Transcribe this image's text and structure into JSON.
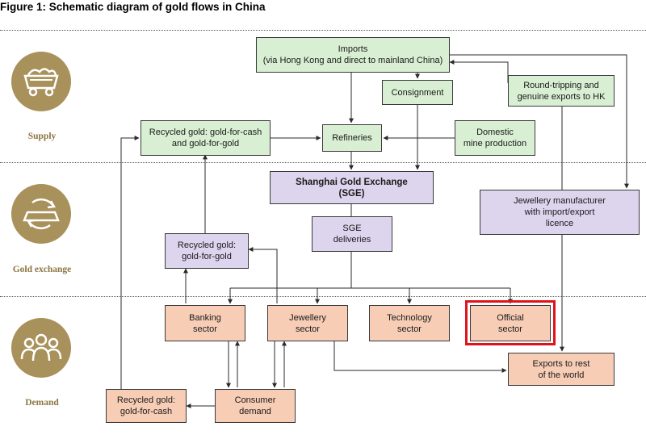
{
  "figure": {
    "title": "Figure 1: Schematic diagram of gold flows in China"
  },
  "categories": [
    {
      "label": "Supply",
      "icon": "mine-cart-icon"
    },
    {
      "label": "Gold exchange",
      "icon": "gold-bar-exchange-icon"
    },
    {
      "label": "Demand",
      "icon": "people-icon"
    }
  ],
  "nodes": {
    "imports": "Imports\n(via Hong Kong and direct to mainland China)",
    "consignment": "Consignment",
    "round_tripping": "Round-tripping and\ngenuine exports to HK",
    "recycled_cash_gold": "Recycled gold: gold-for-cash\nand gold-for-gold",
    "refineries": "Refineries",
    "domestic_mine": "Domestic\nmine production",
    "sge": "Shanghai Gold Exchange\n(SGE)",
    "jewellery_manufacturer": "Jewellery manufacturer\nwith import/export\nlicence",
    "recycled_gold_for_gold": "Recycled gold:\ngold-for-gold",
    "sge_deliveries": "SGE\ndeliveries",
    "banking": "Banking\nsector",
    "jewellery_sector": "Jewellery\nsector",
    "technology": "Technology\nsector",
    "official": "Official\nsector",
    "exports": "Exports to rest\nof the world",
    "recycled_gold_for_cash": "Recycled gold:\ngold-for-cash",
    "consumer_demand": "Consumer\ndemand"
  },
  "colors": {
    "supply_box": "#d9efd3",
    "exchange_box": "#ddd4ee",
    "demand_box": "#f8cdb6",
    "icon_circle": "#a8915a",
    "highlight": "#e0131b"
  }
}
